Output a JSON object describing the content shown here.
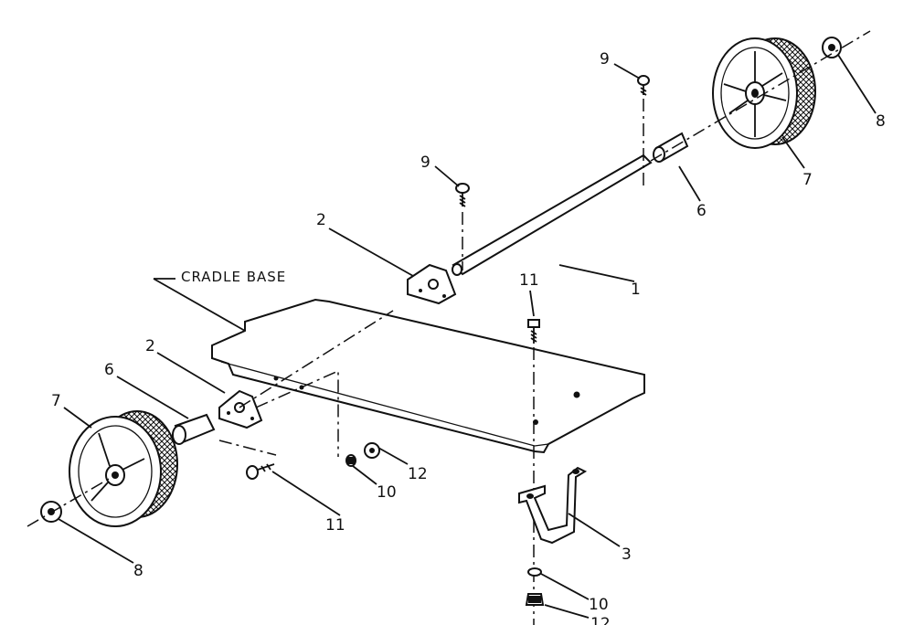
{
  "caption": "CRADLE BASE",
  "callouts": {
    "n1": "1",
    "n2a": "2",
    "n2b": "2",
    "n3": "3",
    "n6a": "6",
    "n6b": "6",
    "n7a": "7",
    "n7b": "7",
    "n8a": "8",
    "n8b": "8",
    "n9a": "9",
    "n9b": "9",
    "n10a": "10",
    "n10b": "10",
    "n11a": "11",
    "n11b": "11",
    "n12a": "12",
    "n12b": "12"
  }
}
